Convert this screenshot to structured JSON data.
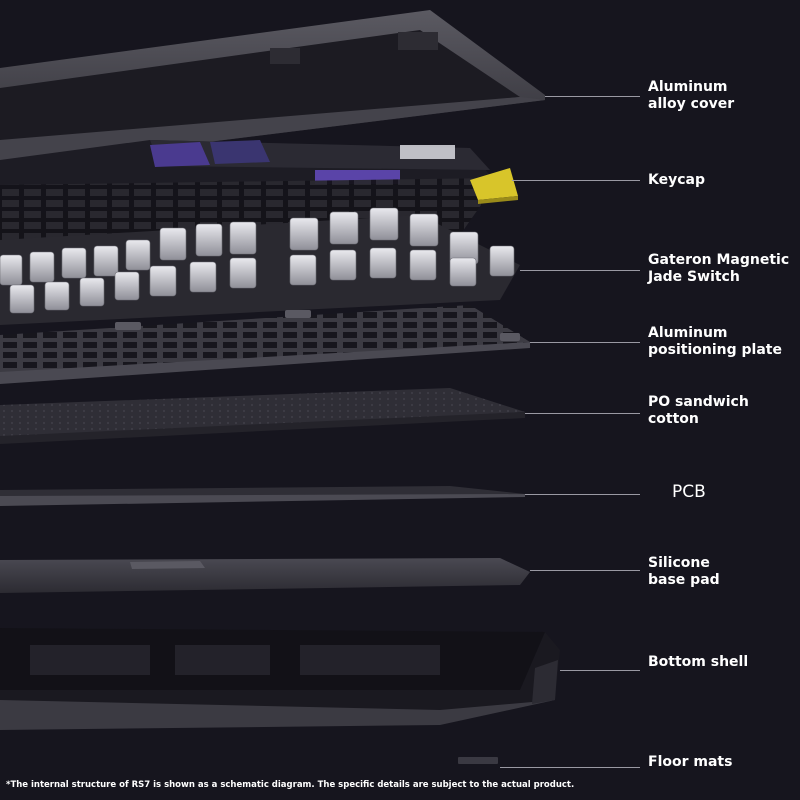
{
  "labels": {
    "cover": [
      "Aluminum",
      "alloy cover"
    ],
    "keycap": [
      "Keycap"
    ],
    "switch": [
      "Gateron Magnetic",
      "Jade Switch"
    ],
    "plate": [
      "Aluminum",
      "positioning plate"
    ],
    "sandwich": [
      "PO sandwich",
      "cotton"
    ],
    "pcb": [
      "PCB"
    ],
    "silicone": [
      "Silicone",
      "base pad"
    ],
    "shell": [
      "Bottom shell"
    ],
    "mats": [
      "Floor mats"
    ]
  },
  "footnote": "*The internal structure of RS7 is shown as a schematic diagram. The specific details are subject to the actual product.",
  "colors": {
    "background": "#16151e",
    "keycap_accent": "#d8c52a",
    "purple_accent": "#5a44a8",
    "leader": "#9a99a3",
    "text": "#ffffff"
  }
}
